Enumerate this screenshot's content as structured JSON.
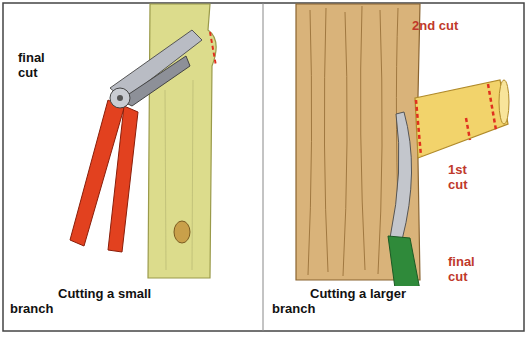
{
  "diagram": {
    "labels": [
      "final cut",
      "Cutting a small branch",
      "2nd cut",
      "1st cut",
      "final cut",
      "Cutting a larger branch"
    ]
  }
}
